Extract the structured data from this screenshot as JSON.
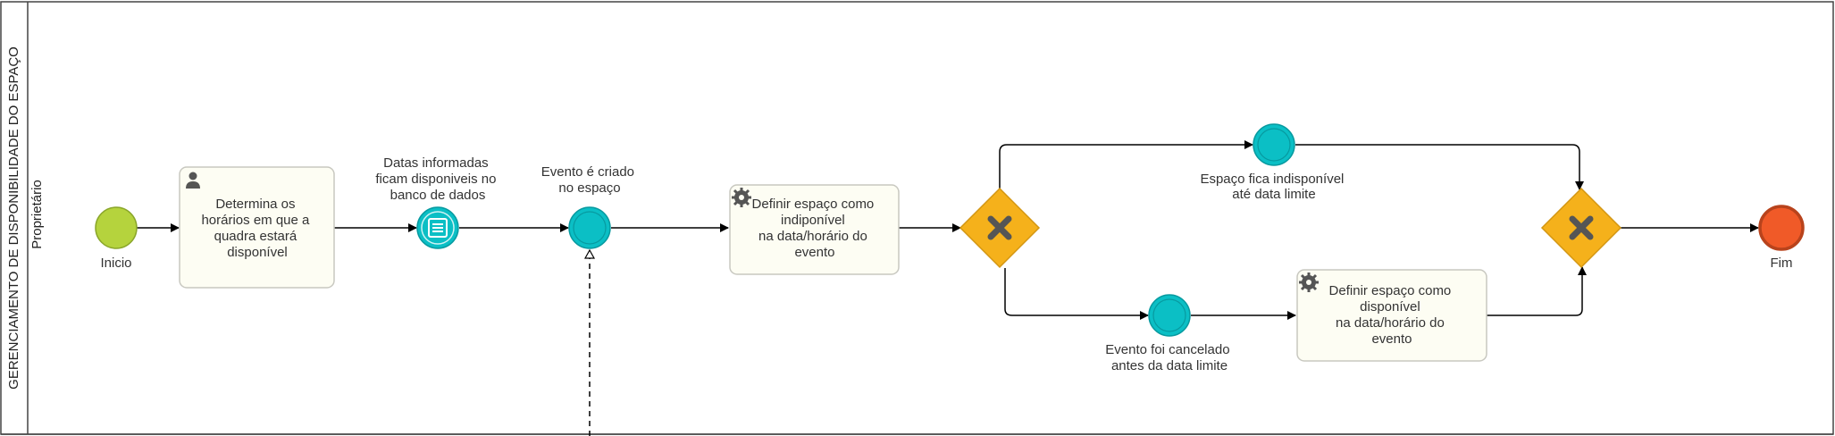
{
  "pool": {
    "title": "GERENCIAMENTO DE DISPONIBILIDADE DO ESPAÇO",
    "lane": "Proprietário"
  },
  "events": {
    "start": "Inicio",
    "end": "Fim",
    "data_store": [
      "Datas informadas",
      "ficam disponiveis no",
      "banco de dados"
    ],
    "event_created": [
      "Evento é criado",
      "no espaço"
    ],
    "unavailable": [
      "Espaço fica indisponível",
      "até data limite"
    ],
    "cancelled": [
      "Evento foi cancelado",
      "antes da data limite"
    ]
  },
  "tasks": {
    "define_schedule": [
      "Determina os",
      "horários em que a",
      "quadra estará",
      "disponível"
    ],
    "set_unavailable": [
      "Definir espaço como",
      "indiponível",
      "na data/horário do",
      "evento"
    ],
    "set_available": [
      "Definir espaço como",
      "disponível",
      "na data/horário do",
      "evento"
    ]
  },
  "colors": {
    "start_event": "#b5d33d",
    "intermediate_event": "#0bbfc5",
    "end_event": "#f05a28",
    "gateway": "#f5b11b",
    "task_fill": "#fdfdf3",
    "task_border": "#c8c8c0"
  },
  "icons": {
    "user_task": "user-icon",
    "service_task": "gear-icon",
    "gateway": "exclusive-x-icon",
    "data": "list-icon"
  }
}
